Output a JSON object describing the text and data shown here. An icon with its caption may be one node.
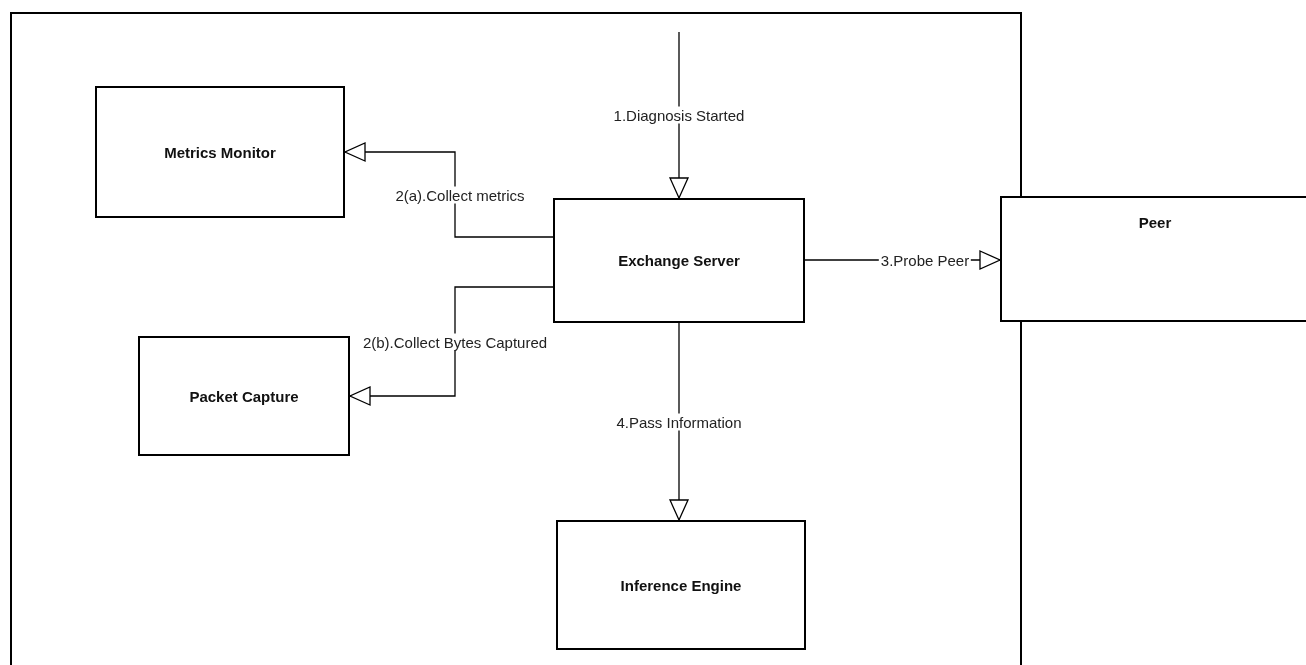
{
  "diagram": {
    "nodes": [
      {
        "text": [],
        "shape": "box"
      },
      {
        "text": [
          "Metrics Monitor"
        ],
        "in": 0
      },
      {
        "text": [
          "Exchange Server"
        ],
        "in": 0
      },
      {
        "text": [
          "Packet Capture"
        ],
        "in": 0
      },
      {
        "text": [
          "Inference Engine"
        ],
        "in": 0
      },
      {
        "text": [
          "Peer"
        ]
      }
    ],
    "edges": [
      {
        "from": null,
        "to": 2,
        "arrow": "to",
        "label": "1.Diagnosis Started"
      },
      {
        "from": 2,
        "to": 1,
        "arrow": "to",
        "label": "2(a).Collect metrics"
      },
      {
        "from": 2,
        "to": 3,
        "arrow": "to",
        "label": "2(b).Collect Bytes Captured"
      },
      {
        "from": 2,
        "to": 5,
        "arrow": "to",
        "label": "3.Probe Peer"
      },
      {
        "from": 2,
        "to": 4,
        "arrow": "to",
        "label": "4.Pass Information"
      }
    ]
  }
}
